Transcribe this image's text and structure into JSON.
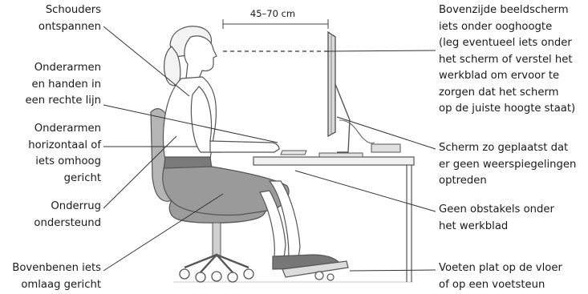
{
  "dimension": {
    "text": "45–70 cm"
  },
  "labels": {
    "shoulders": "Schouders\nontspannen",
    "forearms_line": "Onderarmen\nen handen in\neen rechte lijn",
    "forearms_horizontal": "Onderarmen\nhorizontaal of\niets omhoog\ngericht",
    "lower_back": "Onderrug\nondersteund",
    "thighs": "Bovenbenen iets\nomlaag gericht",
    "screen_top": "Bovenzijde beeldscherm\niets onder ooghoogte\n(leg eventueel iets onder\nhet scherm of verstel het\nwerkblad om ervoor te\nzorgen dat het scherm\nop de juiste hoogte staat)",
    "screen_glare": "Scherm zo geplaatst dat\ner geen weerspiegelingen\noptreden",
    "no_obstacles": "Geen obstakels onder\nhet werkblad",
    "feet": "Voeten plat op de vloer\nof op een voetsteun"
  },
  "colors": {
    "line": "#333333",
    "figure_stroke": "#555555",
    "seat": "#9c9c9c",
    "backrest": "#b5b5b5",
    "skirt": "#9a9a9a"
  }
}
